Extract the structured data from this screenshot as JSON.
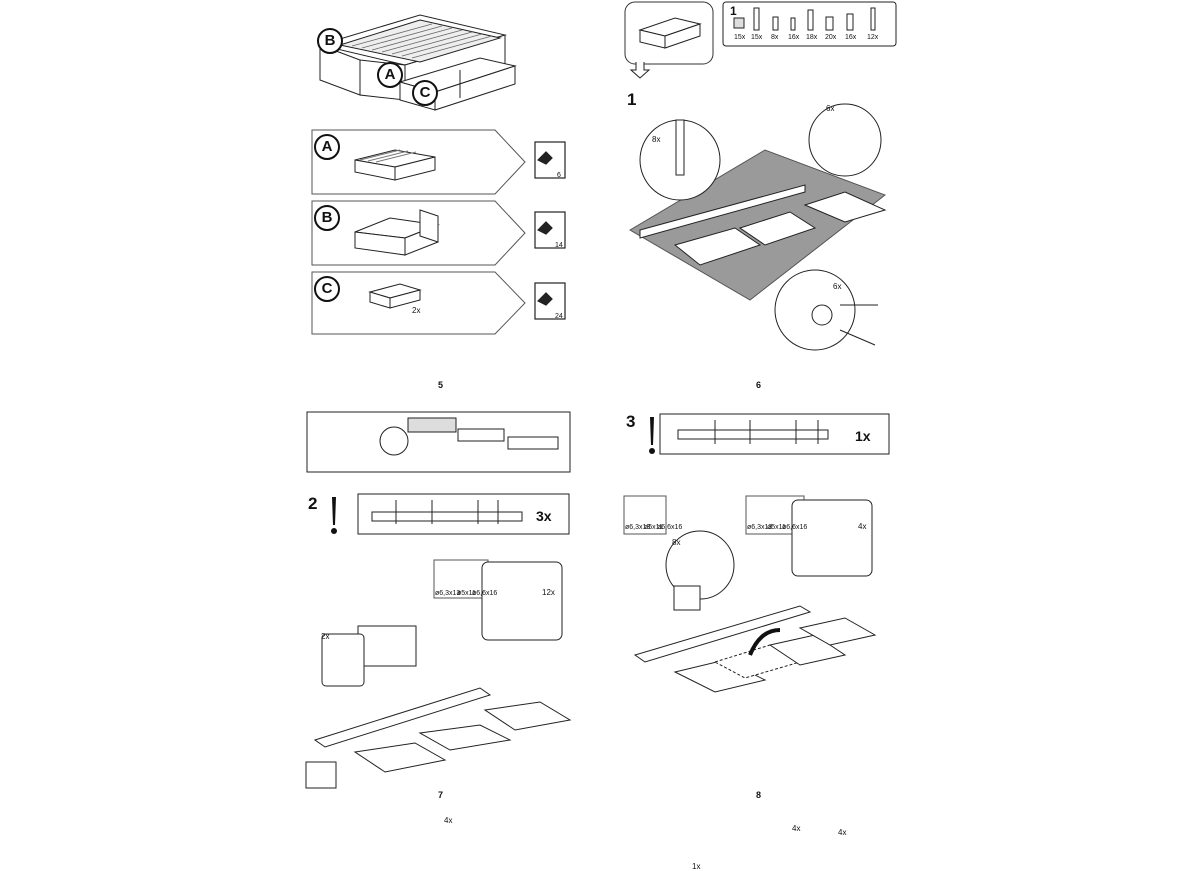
{
  "pages": [
    {
      "number": "5",
      "overview_letters": [
        "B",
        "A",
        "C"
      ],
      "sections": [
        {
          "letter": "A",
          "qty": "",
          "page_ref": "6"
        },
        {
          "letter": "B",
          "qty": "",
          "page_ref": "14"
        },
        {
          "letter": "C",
          "qty": "2x",
          "page_ref": "24"
        }
      ]
    },
    {
      "number": "6",
      "parts_label": "1",
      "parts": [
        {
          "qty": "15x"
        },
        {
          "qty": "15x"
        },
        {
          "qty": "8x"
        },
        {
          "qty": "16x"
        },
        {
          "qty": "18x"
        },
        {
          "qty": "20x"
        },
        {
          "qty": "16x"
        },
        {
          "qty": "12x"
        }
      ],
      "step": "1",
      "callouts": [
        "8x",
        "6x",
        "6x"
      ]
    },
    {
      "number": "7",
      "rail_callouts": [
        "4x",
        "4x",
        "4x",
        "1x"
      ],
      "step": "2",
      "step_qty": "3x",
      "screws": [
        "ø6,3x13",
        "ø5x11",
        "ø6,6x16"
      ],
      "callouts": [
        "12x",
        "2x"
      ]
    },
    {
      "number": "8",
      "step": "3",
      "step_qty": "1x",
      "screws": [
        "ø6,3x13",
        "ø5x11",
        "ø6,6x16"
      ],
      "callouts": [
        "8x",
        "4x"
      ]
    }
  ]
}
